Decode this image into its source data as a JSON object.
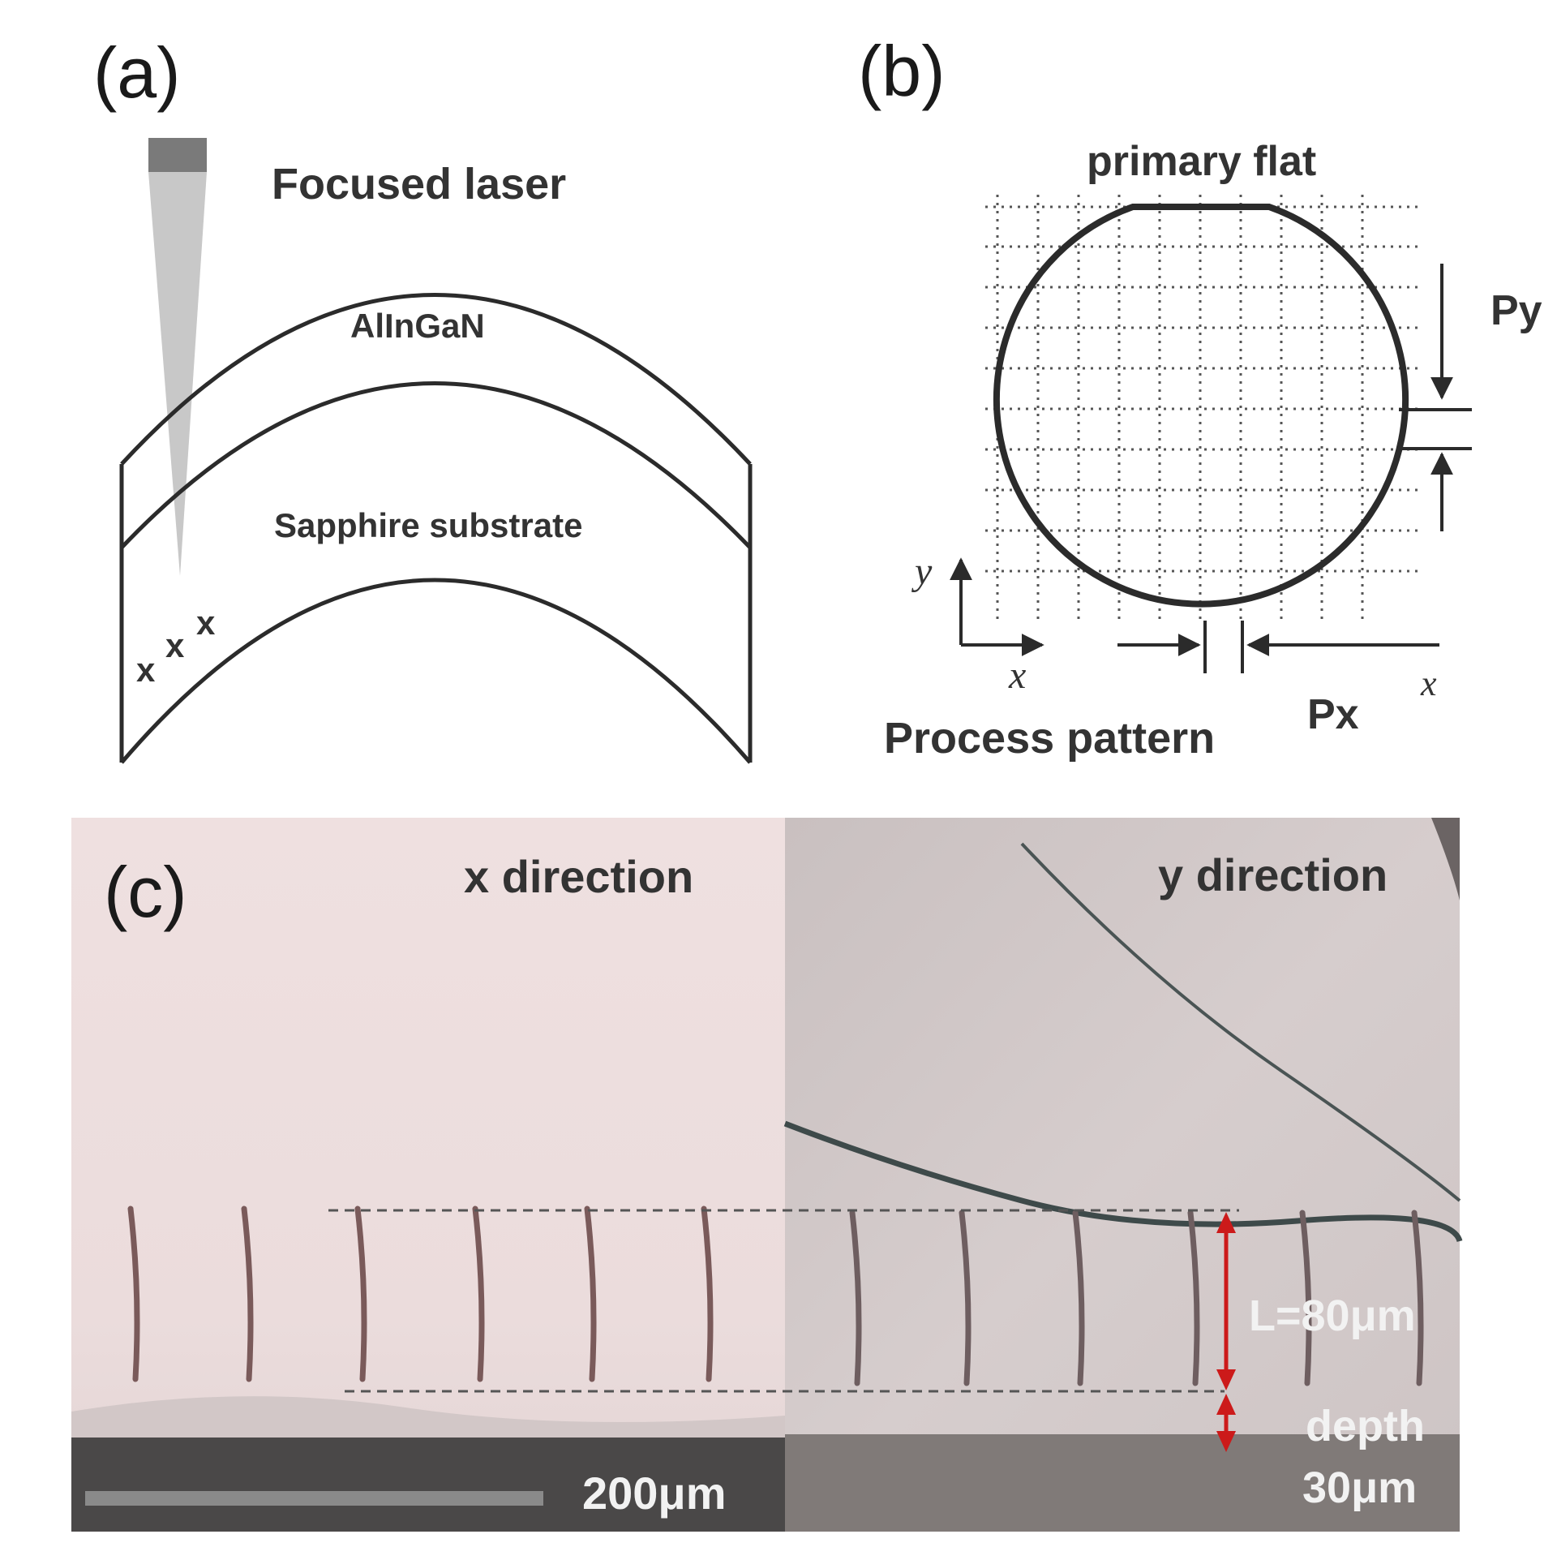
{
  "panel_a": {
    "label": "(a)",
    "laser_label": "Focused laser",
    "layer_top": "AlInGaN",
    "layer_mid": "Sapphire substrate",
    "marks": [
      "x",
      "x",
      "x"
    ]
  },
  "panel_b": {
    "label": "(b)",
    "flat_label": "primary flat",
    "py_label": "Py",
    "px_label": "Px",
    "axis_y": "y",
    "axis_x": "x",
    "axis_x2": "x",
    "caption": "Process pattern"
  },
  "panel_c": {
    "label": "(c)",
    "left_title": "x direction",
    "right_title": "y direction",
    "length_label": "L=80μm",
    "depth_label_1": "depth",
    "depth_label_2": "30μm",
    "scale_label": "200μm"
  },
  "colors": {
    "line": "#2b2b2b",
    "laser_beam": "#c8c8c8",
    "laser_head": "#7a7a7a",
    "photo_left": "#eddcdc",
    "photo_right": "#cfc6c6",
    "photo_bottom_left": "#4a4848",
    "photo_bottom_right": "#807a78",
    "arrow_red": "#cc1a1a"
  }
}
